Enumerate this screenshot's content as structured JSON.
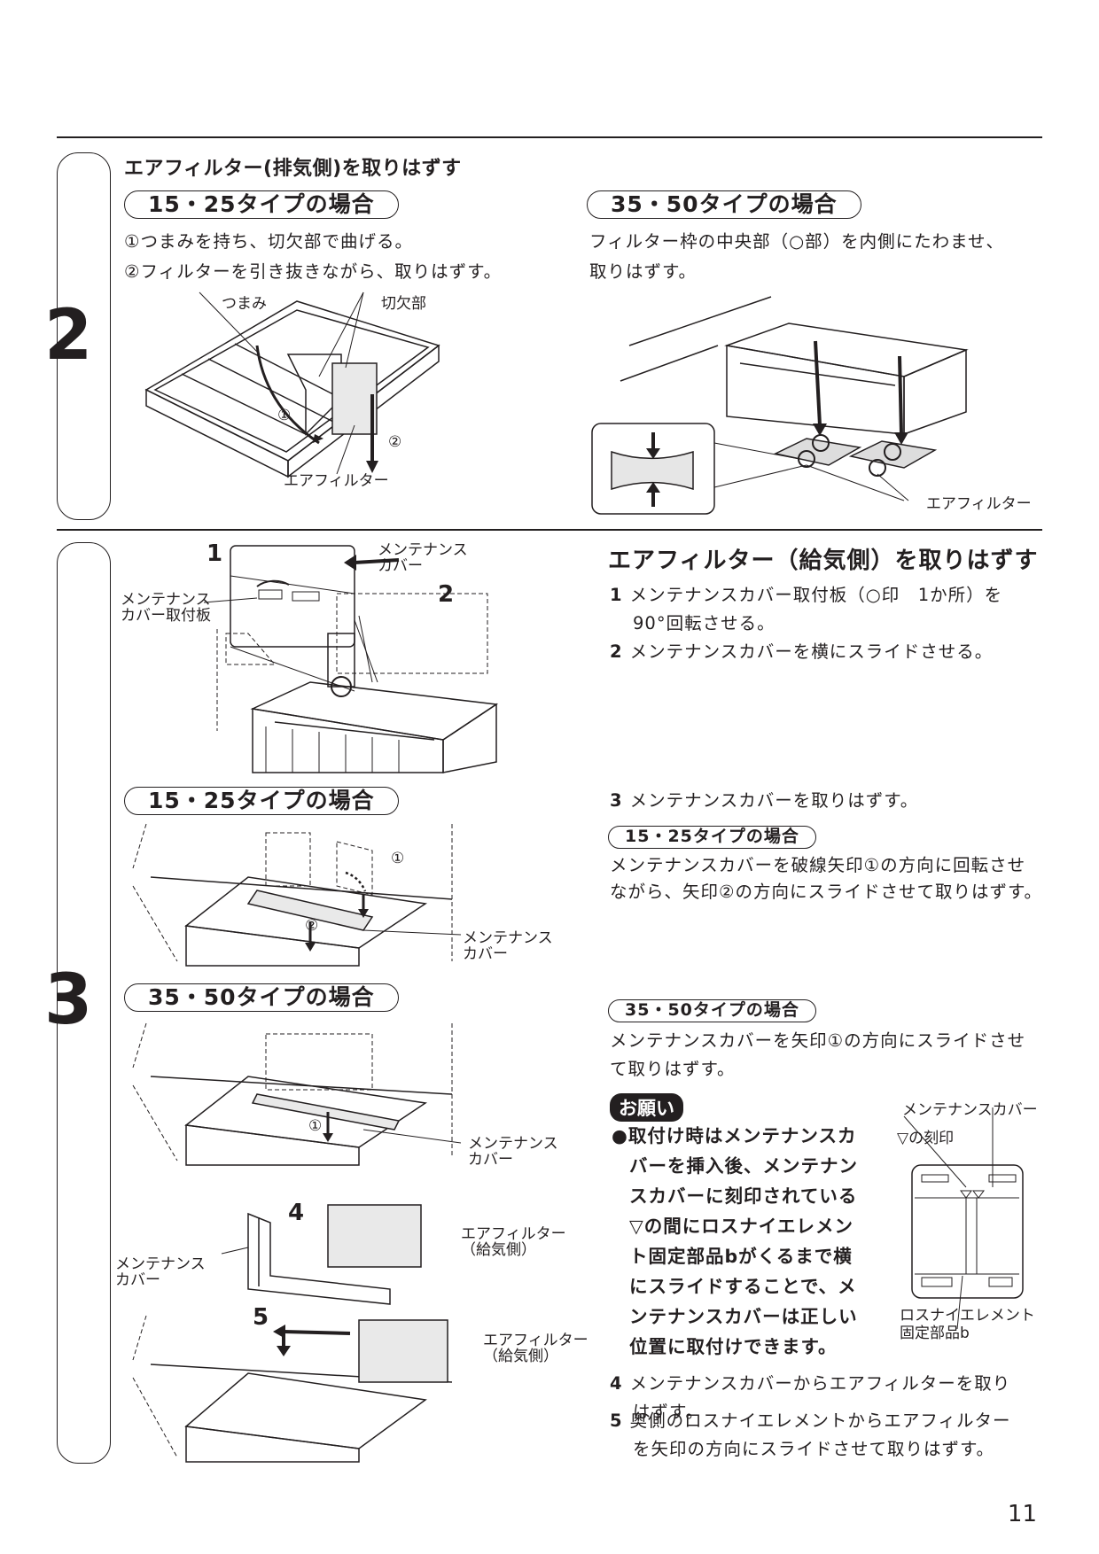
{
  "step2": {
    "number": "2",
    "title": "エアフィルター(排気側)を取りはずす",
    "left": {
      "pill": "15・25タイプの場合",
      "lines": [
        "①つまみを持ち、切欠部で曲げる。",
        "②フィルターを引き抜きながら、取りはずす。"
      ],
      "labels": {
        "knob": "つまみ",
        "notch": "切欠部",
        "filter": "エアフィルター",
        "c1": "①",
        "c2": "②"
      }
    },
    "right": {
      "pill": "35・50タイプの場合",
      "lines": [
        "フィルター枠の中央部（○部）を内側にたわませ、",
        "取りはずす。"
      ],
      "labels": {
        "filter": "エアフィルター"
      }
    }
  },
  "step3": {
    "number": "3",
    "title": "エアフィルター（給気側）を取りはずす",
    "items": [
      {
        "num": "1",
        "text": "メンテナンスカバー取付板（○印　1か所）を90°回転させる。"
      },
      {
        "num": "2",
        "text": "メンテナンスカバーを横にスライドさせる。"
      },
      {
        "num": "3",
        "text": "メンテナンスカバーを取りはずす。"
      }
    ],
    "sub1": {
      "pill": "15・25タイプの場合",
      "lines": [
        "メンテナンスカバーを破線矢印①の方向に回転させ",
        "ながら、矢印②の方向にスライドさせて取りはずす。"
      ]
    },
    "sub2": {
      "pill": "35・50タイプの場合",
      "lines": [
        "メンテナンスカバーを矢印①の方向にスライドさせ",
        "て取りはずす。"
      ]
    },
    "note": {
      "badge": "お願い",
      "lines": [
        "●取付け時はメンテナンスカ",
        "バーを挿入後、メンテナン",
        "スカバーに刻印されている",
        "▽の間にロスナイエレメン",
        "ト固定部品bがくるまで横",
        "にスライドすることで、メ",
        "ンテナンスカバーは正しい",
        "位置に取付けできます。"
      ],
      "fig_labels": {
        "cover": "メンテナンスカバー",
        "mark": "▽の刻印",
        "part_l1": "ロスナイエレメント",
        "part_l2": "固定部品b"
      }
    },
    "items_bottom": [
      {
        "num": "4",
        "text": "メンテナンスカバーからエアフィルターを取りはずす。"
      },
      {
        "num": "5",
        "text": "奥側のロスナイエレメントからエアフィルターを矢印の方向にスライドさせて取りはずす。"
      }
    ],
    "fig_labels": {
      "step1": "1",
      "step2": "2",
      "step4": "4",
      "step5": "5",
      "cover_l1": "メンテナンス",
      "cover_l2": "カバー",
      "plate_l1": "メンテナンス",
      "plate_l2": "カバー取付板",
      "filter_l1": "エアフィルター",
      "filter_l2": "（給気側）",
      "c1": "①",
      "c2": "②"
    },
    "pill_1525": "15・25タイプの場合",
    "pill_3550": "35・50タイプの場合"
  },
  "page_number": "11"
}
